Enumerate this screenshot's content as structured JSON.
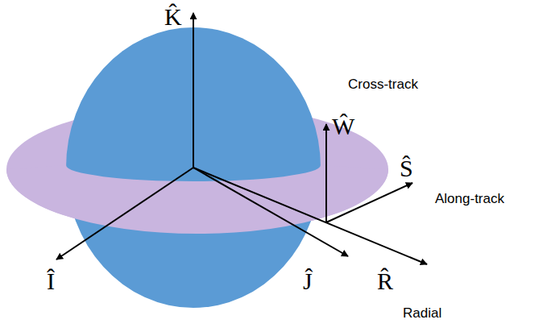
{
  "diagram": {
    "labels": [
      "K̂",
      "Cross-track",
      "Ŵ",
      "Ŝ",
      "Along-track",
      "Î",
      "Ĵ",
      "R̂",
      "Radial"
    ]
  }
}
